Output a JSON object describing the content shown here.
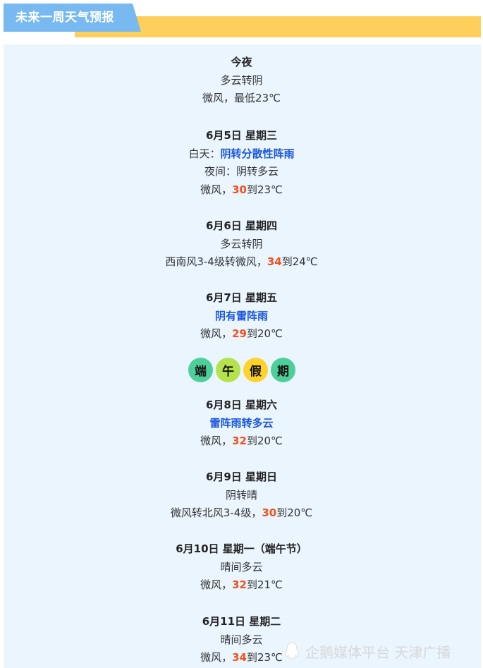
{
  "banner": {
    "title": "未来一周天气预报"
  },
  "colors": {
    "banner_blue": "#77b9f0",
    "banner_yellow": "#fecf5b",
    "panel_bg": "#eaf5fe",
    "weather_highlight": "#1a56e0",
    "high_temp": "#f0521e"
  },
  "forecast": [
    {
      "title": "今夜",
      "lines": [
        {
          "text": "多云转阴"
        },
        {
          "prefix": "微风，最低23℃"
        }
      ]
    },
    {
      "title": "6月5日 星期三",
      "day_label": "白天：",
      "day_weather": "阴转分散性阵雨",
      "night": "夜间：阴转多云",
      "wind": "微风，",
      "high": "30",
      "low": "到23℃"
    },
    {
      "title": "6月6日 星期四",
      "weather": "多云转阴",
      "wind": "西南风3-4级转微风，",
      "high": "34",
      "low": "到24℃"
    },
    {
      "title": "6月7日 星期五",
      "weather": "阴有雷阵雨",
      "wind": "微风，",
      "high": "29",
      "low": "到20℃"
    },
    {
      "title": "6月8日 星期六",
      "weather": "雷阵雨转多云",
      "wind": "微风，",
      "high": "32",
      "low": "到20℃"
    },
    {
      "title": "6月9日 星期日",
      "weather": "阴转晴",
      "wind": "微风转北风3-4级，",
      "high": "30",
      "low": "到20℃"
    },
    {
      "title": "6月10日 星期一（端午节）",
      "weather": "晴间多云",
      "wind": "微风，",
      "high": "32",
      "low": "到21℃"
    },
    {
      "title": "6月11日 星期二",
      "weather": "晴间多云",
      "wind": "微风，",
      "high": "34",
      "low": "到23℃"
    }
  ],
  "holiday_badge": {
    "chars": [
      "端",
      "午",
      "假",
      "期"
    ],
    "colors": [
      "#4ecf9a",
      "#b6e24c",
      "#ffd32a",
      "#4ecf9a"
    ]
  },
  "watermark": {
    "text": "企鹅媒体平台 天津广播",
    "icon": "penguin-icon"
  }
}
